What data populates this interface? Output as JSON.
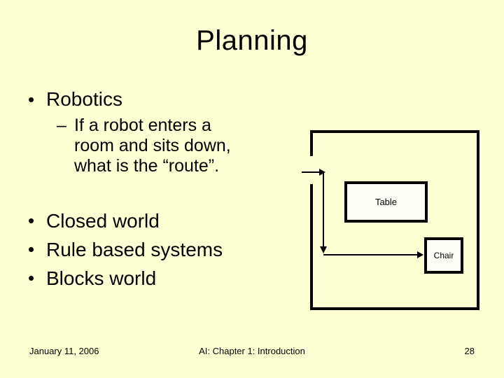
{
  "colors": {
    "background": "#FFFFD4",
    "text": "#000000",
    "box_fill": "#FFFEF7",
    "line": "#000000"
  },
  "title": "Planning",
  "bullets": {
    "robotics": {
      "marker": "•",
      "label": "Robotics"
    },
    "sub": {
      "marker": "–",
      "lines": [
        "If a robot enters a",
        "room and sits down,",
        "what is the “route”."
      ]
    },
    "list": [
      {
        "marker": "•",
        "label": "Closed world"
      },
      {
        "marker": "•",
        "label": "Rule based systems"
      },
      {
        "marker": "•",
        "label": "Blocks world"
      }
    ]
  },
  "diagram": {
    "room": "room outline with door gap on left",
    "table_label": "Table",
    "chair_label": "Chair"
  },
  "footer": {
    "date": "January 11, 2006",
    "center": "AI: Chapter 1: Introduction",
    "page": "28"
  }
}
